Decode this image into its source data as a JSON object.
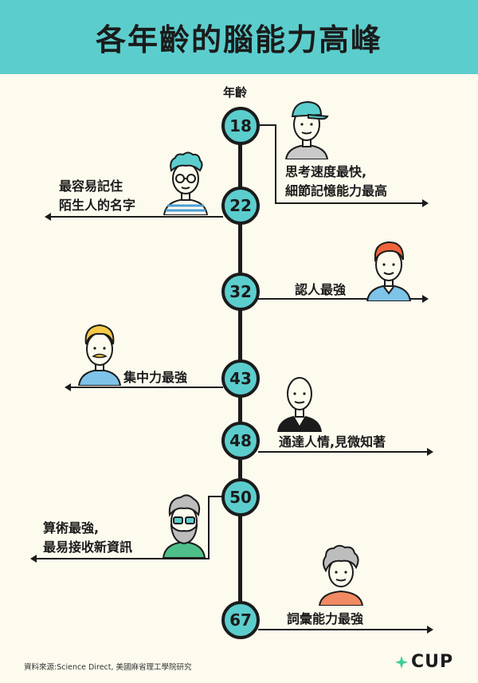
{
  "title": "各年齡的腦能力高峰",
  "age_label": "年齡",
  "milestones": [
    {
      "age": "18",
      "text": [
        "思考速度最快,",
        "細節記憶能力最高"
      ]
    },
    {
      "age": "22",
      "text": [
        "最容易記住",
        "陌生人的名字"
      ]
    },
    {
      "age": "32",
      "text": [
        "認人最強"
      ]
    },
    {
      "age": "43",
      "text": [
        "集中力最強"
      ]
    },
    {
      "age": "48",
      "text": [
        "通達人情,見微知著"
      ]
    },
    {
      "age": "50",
      "text": [
        "算術最強,",
        "最易接收新資訊"
      ]
    },
    {
      "age": "67",
      "text": [
        "詞彙能力最強"
      ]
    }
  ],
  "source": "資料來源:Science Direct, 美國麻省理工學院研究",
  "logo": {
    "text": "CUP",
    "mark": "sparkle-icon"
  },
  "colors": {
    "teal": "#5ccdcd",
    "ink": "#1b1b1b",
    "background": "#fdfaee",
    "sparkle": "#3fcf9a"
  }
}
